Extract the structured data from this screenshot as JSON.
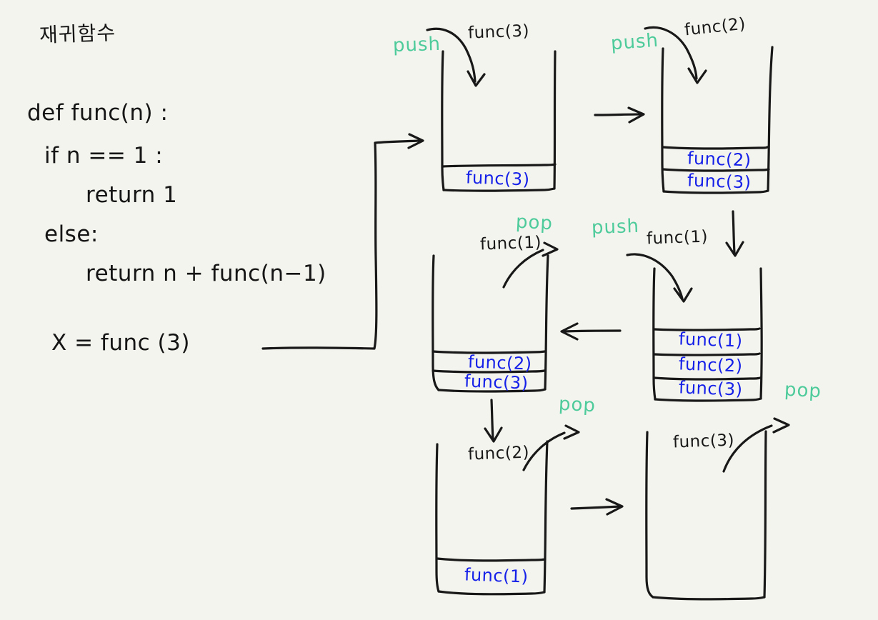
{
  "title": "재귀함수",
  "code": {
    "lines": [
      "def  func(n) :",
      "if  n == 1 :",
      "return 1",
      "else:",
      "return   n + func(n−1)",
      "X =  func (3)"
    ]
  },
  "colors": {
    "background": "#F4F4EE",
    "ink": "#181818",
    "stack_item": "#1520E8",
    "action": "#4ECB9A"
  },
  "actions": {
    "push": "push",
    "pop": "pop"
  },
  "stacks": [
    {
      "id": "stack-1",
      "action": "push",
      "action_arg": "func(3)",
      "items": [
        "func(3)"
      ]
    },
    {
      "id": "stack-2",
      "action": "push",
      "action_arg": "func(2)",
      "items": [
        "func(2)",
        "func(3)"
      ]
    },
    {
      "id": "stack-3",
      "action": "push",
      "action_arg": "func(1)",
      "items": [
        "func(1)",
        "func(2)",
        "func(3)"
      ]
    },
    {
      "id": "stack-4",
      "action": "pop",
      "action_arg": "func(1)",
      "items": [
        "func(2)",
        "func(3)"
      ]
    },
    {
      "id": "stack-5",
      "action": "pop",
      "action_arg": "func(2)",
      "items": [
        "func(1)"
      ]
    },
    {
      "id": "stack-6",
      "action": "pop",
      "action_arg": "func(3)",
      "items": []
    }
  ],
  "flow_arrows": [
    "arrow-code-to-stack1",
    "arrow-stack1-to-stack2",
    "arrow-stack2-to-stack3",
    "arrow-stack3-to-stack4",
    "arrow-stack4-to-stack5",
    "arrow-stack5-to-stack6"
  ]
}
